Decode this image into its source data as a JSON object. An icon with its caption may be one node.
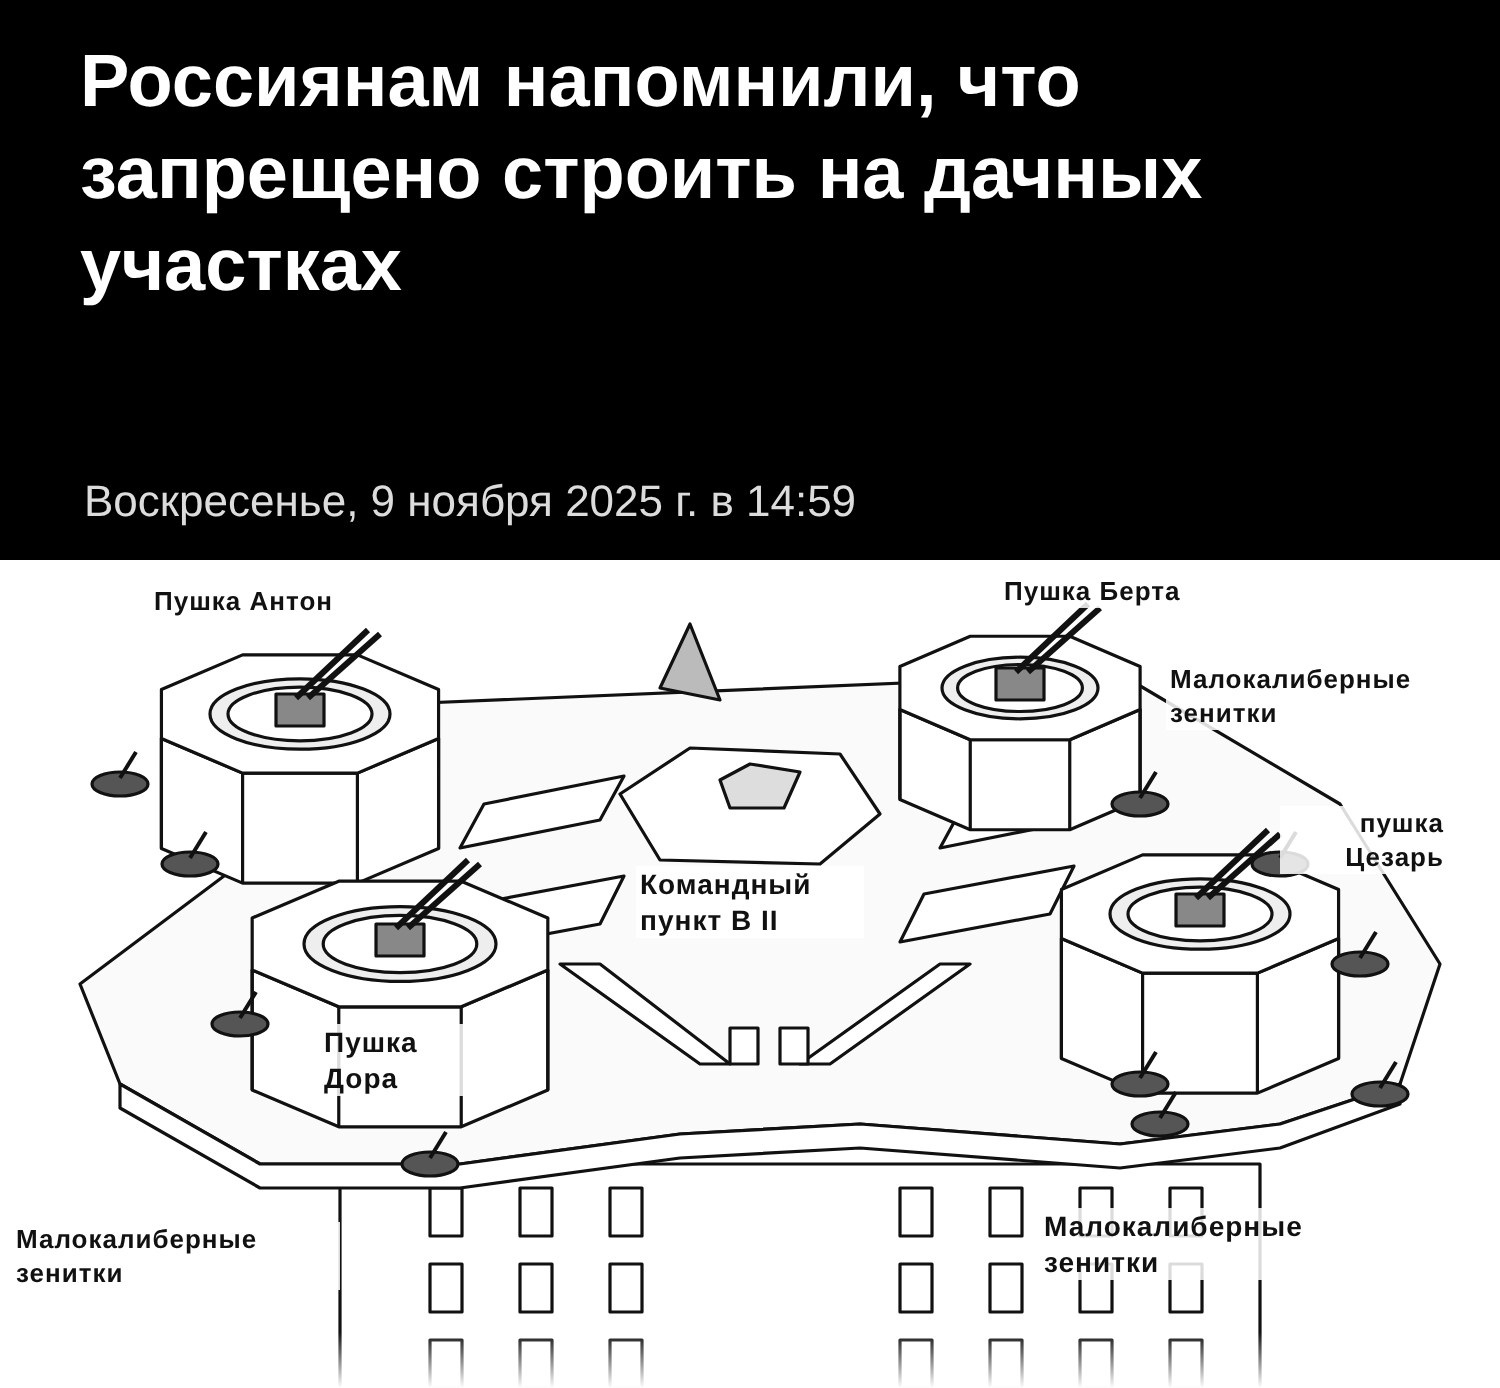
{
  "diagram": {
    "title": "Россиянам напомнили, что запрещено строить на дачных участках",
    "labels": [
      "Воскресенье, 9 ноября 2025 г. в 14:59",
      "Пушка Антон",
      "Пушка Берта",
      "Малокалиберные зенитки",
      "пушка Цезарь",
      "Командный пункт В II",
      "Пушка Дора",
      "Малокалиберные зенитки",
      "Малокалиберные зенитки"
    ]
  }
}
